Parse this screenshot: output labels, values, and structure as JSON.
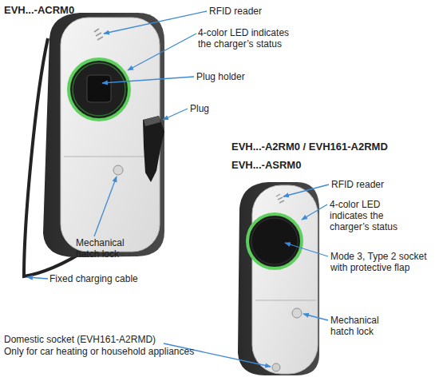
{
  "diagram": {
    "labels": [
      "EVH...-ACRM0",
      "RFID reader",
      "4-color LED indicates the charger’s status",
      "Plug holder",
      "Plug",
      "Mechanical hatch lock",
      "Fixed charging cable",
      "EVH...-A2RM0 / EVH161-A2RMD",
      "EVH...-ASRM0",
      "RFID reader",
      "4-color LED indicates the charger’s status",
      "Mode 3, Type 2 socket with protective flap",
      "Mechanical hatch lock",
      "Domestic socket (EVH161-A2RMD)",
      "Only for car heating or household appliances"
    ]
  }
}
